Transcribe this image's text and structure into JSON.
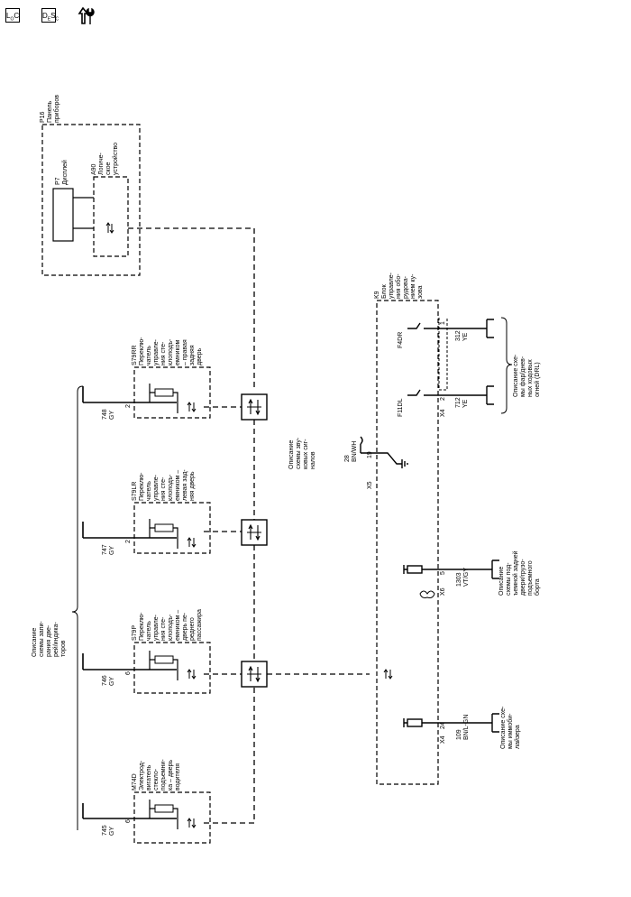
{
  "toolbar": {
    "loc_main": "L",
    "loc_sub": "O",
    "loc_end": "C",
    "desc_main": "D",
    "desc_sub": "E",
    "desc_mid": "S",
    "desc_end": "C"
  },
  "diagram": {
    "p16": [
      "P16",
      "Панель",
      "приборов"
    ],
    "p7": [
      "P7",
      "Дисплей"
    ],
    "a90": [
      "A90",
      "Логиче-",
      "ское",
      "устройство"
    ],
    "k9": [
      "K9",
      "Блок",
      "управле-",
      "ния обо-",
      "рудова-",
      "нием ку-",
      "зова"
    ],
    "m74d": [
      "M74D",
      "Электрод-",
      "вигатель",
      "стекло-",
      "подъемни-",
      "ка – дверь",
      "водителя"
    ],
    "s79p": [
      "S79P",
      "Переклю-",
      "чатель",
      "управле-",
      "ния сте-",
      "клоподъ-",
      "емником –",
      "дверь пе-",
      "реднего",
      "пассажира"
    ],
    "s79lr": [
      "S79LR",
      "Переклю-",
      "чатель",
      "управле-",
      "ния сте-",
      "клоподъ-",
      "емником –",
      "левая зад-",
      "няя дверь"
    ],
    "s79rr": [
      "S79RR",
      "Переклю-",
      "чатель",
      "управле-",
      "ния сте-",
      "клоподъ-",
      "емником",
      "– правая",
      "задняя",
      "дверь"
    ],
    "window_ref": [
      "Описание",
      "схемы запи-",
      "рания две-",
      "рей/индика-",
      "торов"
    ],
    "chime_ref": [
      "Описание",
      "схемы зву-",
      "ковых сиг-",
      "налов"
    ],
    "drl_ref": [
      "Описание схе-",
      "мы фар/днев-",
      "ных ходовых",
      "огней (DRL)"
    ],
    "liftgate_ref": [
      "Описание",
      "схемы под-",
      "ъемной задней",
      "двери/грузо-",
      "подъемного",
      "борта"
    ],
    "immo_ref": [
      "Описание схе-",
      "мы иммоби-",
      "лайзера"
    ],
    "w745": [
      "745",
      "GY"
    ],
    "w746": [
      "746",
      "GY"
    ],
    "w747": [
      "747",
      "GY"
    ],
    "w748": [
      "748",
      "GY"
    ],
    "w28": [
      "28",
      "BN/WH"
    ],
    "w712": [
      "712",
      "YE"
    ],
    "w312": [
      "312",
      "YE"
    ],
    "w1303": [
      "1303",
      "VT/GY"
    ],
    "w109": [
      "109",
      "BN/L-GN"
    ],
    "pin6a": "6",
    "pin6b": "6",
    "pin2a": "2",
    "pin2b": "2",
    "pin19": "19",
    "pin2k": "2",
    "pin1k": "1",
    "pin5": "5",
    "pin24": "24",
    "x5": "X5",
    "x4a": "X4",
    "x6": "X6",
    "x4b": "X4",
    "f11dl": "F11DL",
    "f4dr": "F4DR"
  }
}
